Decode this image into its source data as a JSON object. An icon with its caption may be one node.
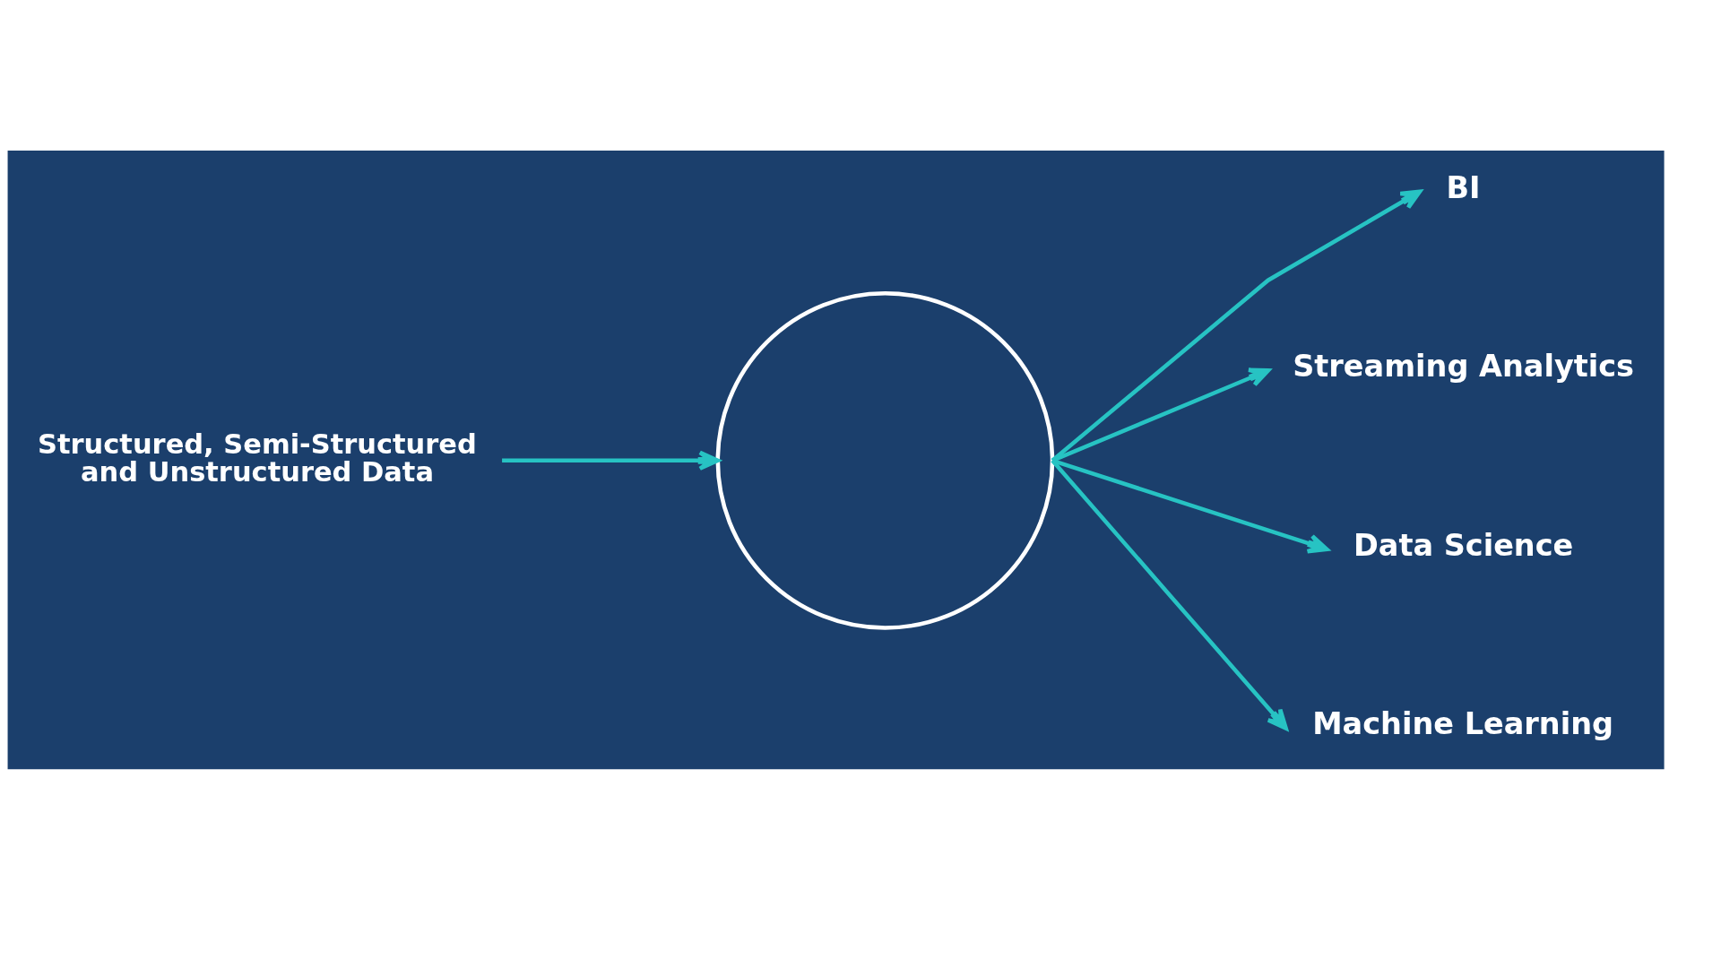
{
  "diagram": {
    "nodes": [
      {
        "text": [
          "Structured, Semi-Structured and Unstructured Data"
        ]
      },
      {
        "text": [],
        "shape": "circle"
      },
      {
        "text": [
          "BI"
        ]
      },
      {
        "text": [
          "Streaming Analytics"
        ]
      },
      {
        "text": [
          "Data Science"
        ]
      },
      {
        "text": [
          "Machine Learning"
        ]
      }
    ],
    "edges": [
      {
        "from": 0,
        "to": 1,
        "arrow": "to"
      },
      {
        "from": 1,
        "to": 2,
        "arrow": "to"
      },
      {
        "from": 1,
        "to": 3,
        "arrow": "to"
      },
      {
        "from": 1,
        "to": 4,
        "arrow": "to"
      },
      {
        "from": 1,
        "to": 5,
        "arrow": "to"
      }
    ]
  }
}
